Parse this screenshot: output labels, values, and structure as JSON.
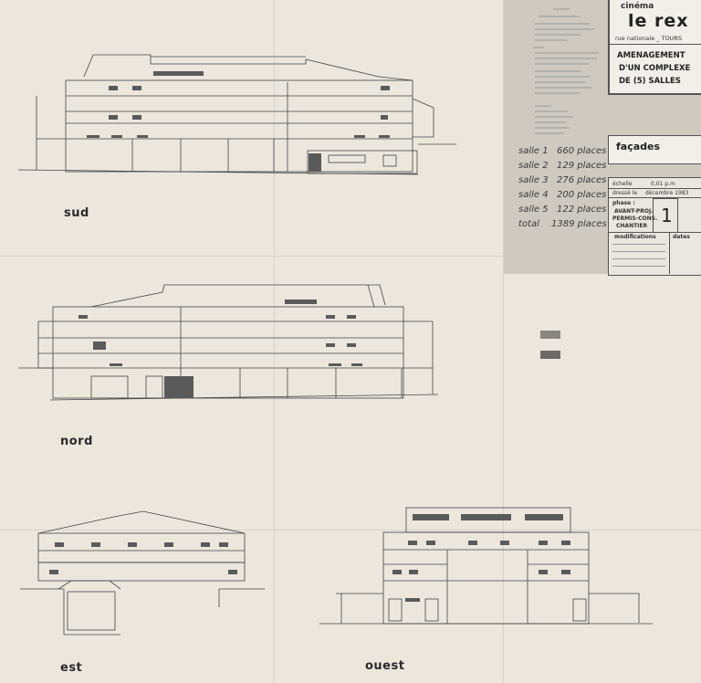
{
  "views": {
    "sud": "sud",
    "nord": "nord",
    "est": "est",
    "ouest": "ouest"
  },
  "title_block": {
    "cinema": "cinéma",
    "name": "le rex",
    "address": "rue nationale _ TOURS",
    "project_lines": [
      "AMENAGEMENT",
      "D'UN COMPLEXE",
      "DE (5) SALLES"
    ],
    "sheet_title": "façades",
    "scale_label": "échelle",
    "scale_value": "0,01 p.m",
    "date_label": "dressé le",
    "date_value": "décembre 1983",
    "phase_label": "phase :",
    "phases": [
      "AVANT-PROJ.",
      "PERMIS-CONS.",
      "CHANTIER"
    ],
    "sheet_number": "1",
    "modifications_label": "modifications",
    "dates_label": "dates"
  },
  "seating": [
    {
      "room": "salle 1",
      "seats": "660 places"
    },
    {
      "room": "salle 2",
      "seats": "129 places"
    },
    {
      "room": "salle 3",
      "seats": "276 places"
    },
    {
      "room": "salle 4",
      "seats": "200 places"
    },
    {
      "room": "salle 5",
      "seats": "122 places"
    },
    {
      "room": "total",
      "seats": "1389 places"
    }
  ],
  "colors": {
    "paper": "#ece6dd",
    "ink": "#3a3a3a",
    "title_panel": "#cfc9c0",
    "legend_existing": "#8a8580",
    "legend_new": "#6f6a66"
  }
}
